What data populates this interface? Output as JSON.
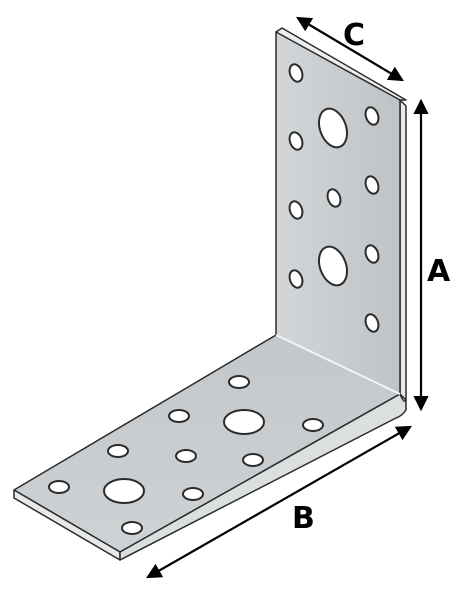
{
  "figure": {
    "description_type": "angle-bracket-dimension-drawing",
    "colors": {
      "plate_face": "#c9ccce",
      "plate_edge": "#e9ebec",
      "plate_dark": "#9ea3a6",
      "outline": "#2b2b2b",
      "hole": "#ffffff",
      "dimension": "#000000"
    },
    "dimensions": {
      "a": {
        "label": "A"
      },
      "b": {
        "label": "B"
      },
      "c": {
        "label": "C"
      }
    }
  }
}
